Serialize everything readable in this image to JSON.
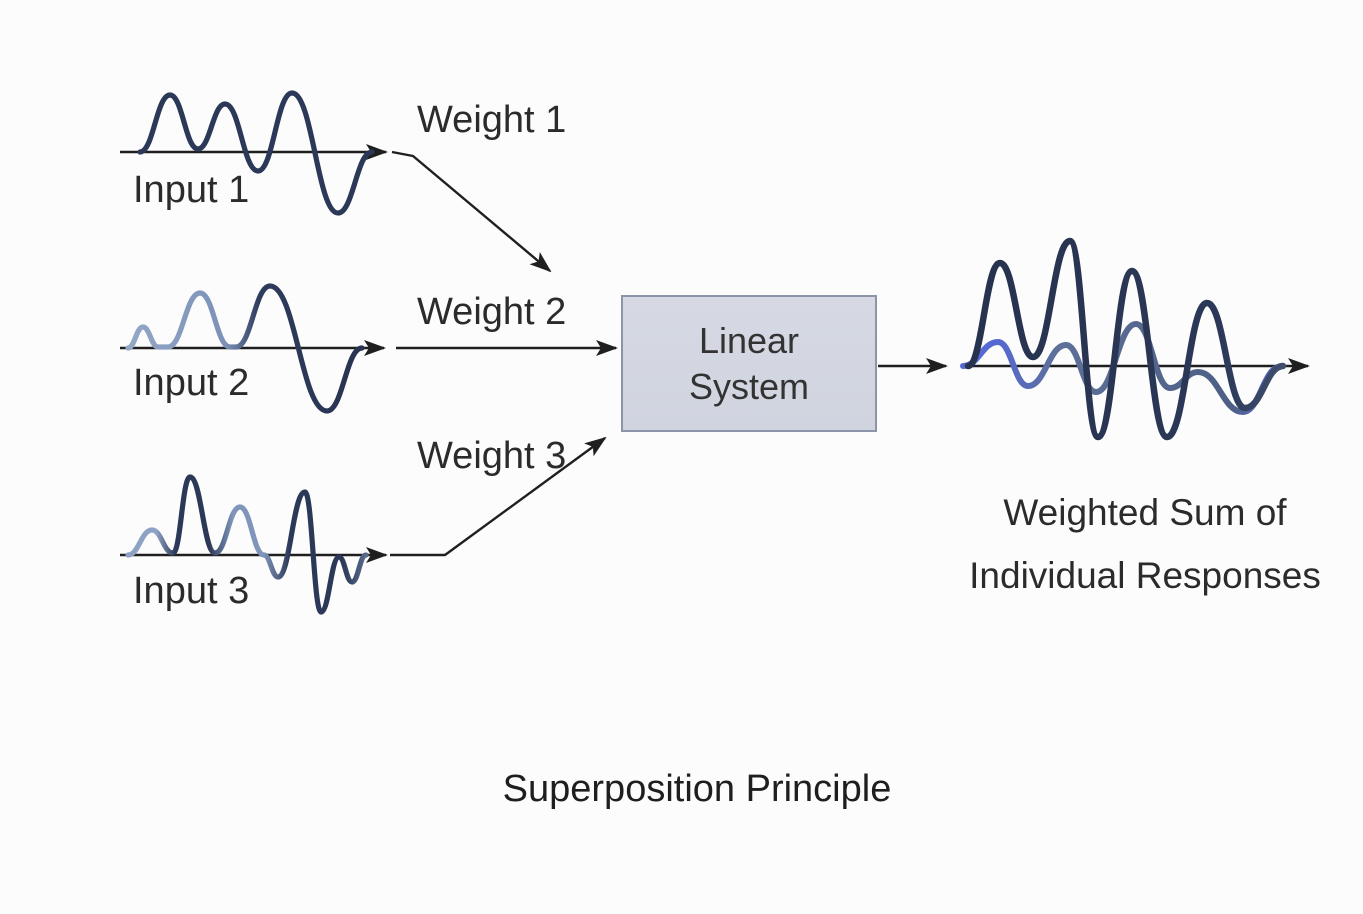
{
  "title": "Superposition Principle",
  "colors": {
    "background": "#fcfcfc",
    "axis": "#1f1f1f",
    "wave_dark_navy": "#2b3857",
    "wave_light_steel": "#8ea3c4",
    "wave_periwinkle": "#5668d4",
    "wave_slate": "#5d7099",
    "box_fill": "#d3d6e1",
    "box_border": "#8b94a9",
    "text": "#2b2b2b"
  },
  "inputs": [
    {
      "label": "Input 1",
      "weight_label": "Weight 1"
    },
    {
      "label": "Input 2",
      "weight_label": "Weight 2"
    },
    {
      "label": "Input 3",
      "weight_label": "Weight 3"
    }
  ],
  "system": {
    "line1": "Linear",
    "line2": "System"
  },
  "output": {
    "caption_line1": "Weighted Sum of",
    "caption_line2": "Individual Responses"
  }
}
